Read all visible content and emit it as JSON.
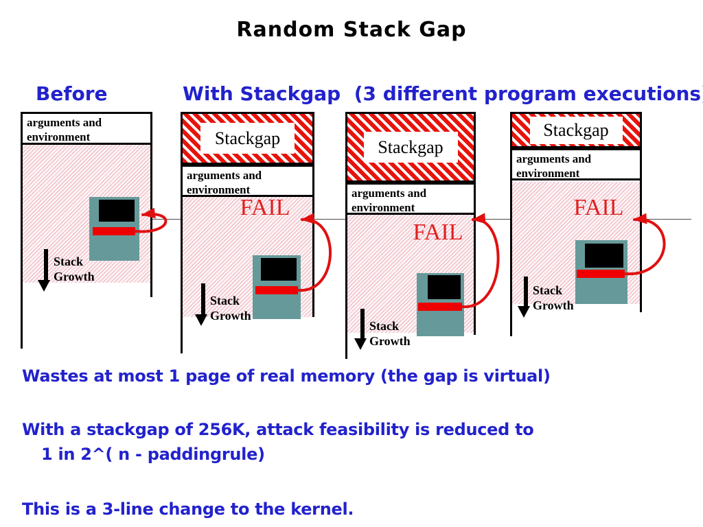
{
  "slide_title": "Random Stack Gap",
  "headers": {
    "before": "Before",
    "with_stackgap": "With Stackgap  (3 different program executions)"
  },
  "columns": [
    {
      "name": "before",
      "args_label": "arguments and environment",
      "stack_growth_label": "Stack\nGrowth"
    },
    {
      "name": "stackgap-run-1",
      "stackgap_label": "Stackgap",
      "args_label": "arguments and environment",
      "fail_label": "FAIL",
      "stack_growth_label": "Stack\nGrowth"
    },
    {
      "name": "stackgap-run-2",
      "stackgap_label": "Stackgap",
      "args_label": "arguments and environment",
      "fail_label": "FAIL",
      "stack_growth_label": "Stack\nGrowth"
    },
    {
      "name": "stackgap-run-3",
      "stackgap_label": "Stackgap",
      "args_label": "arguments and environment",
      "fail_label": "FAIL",
      "stack_growth_label": "Stack\nGrowth"
    }
  ],
  "notes": [
    "Wastes at most 1 page of real memory (the gap is virtual)",
    "With a stackgap of 256K, attack feasibility is reduced to",
    "1 in 2^( n - paddingrule)",
    "This is a 3-line change to the kernel."
  ],
  "colors": {
    "heading_blue": "#2222cc",
    "stripe_red": "#e8130b",
    "fail_red": "#e02020",
    "arrow_red": "#e01010",
    "terminal_teal": "#669a9a",
    "hatch_pink": "#eca6b6"
  }
}
